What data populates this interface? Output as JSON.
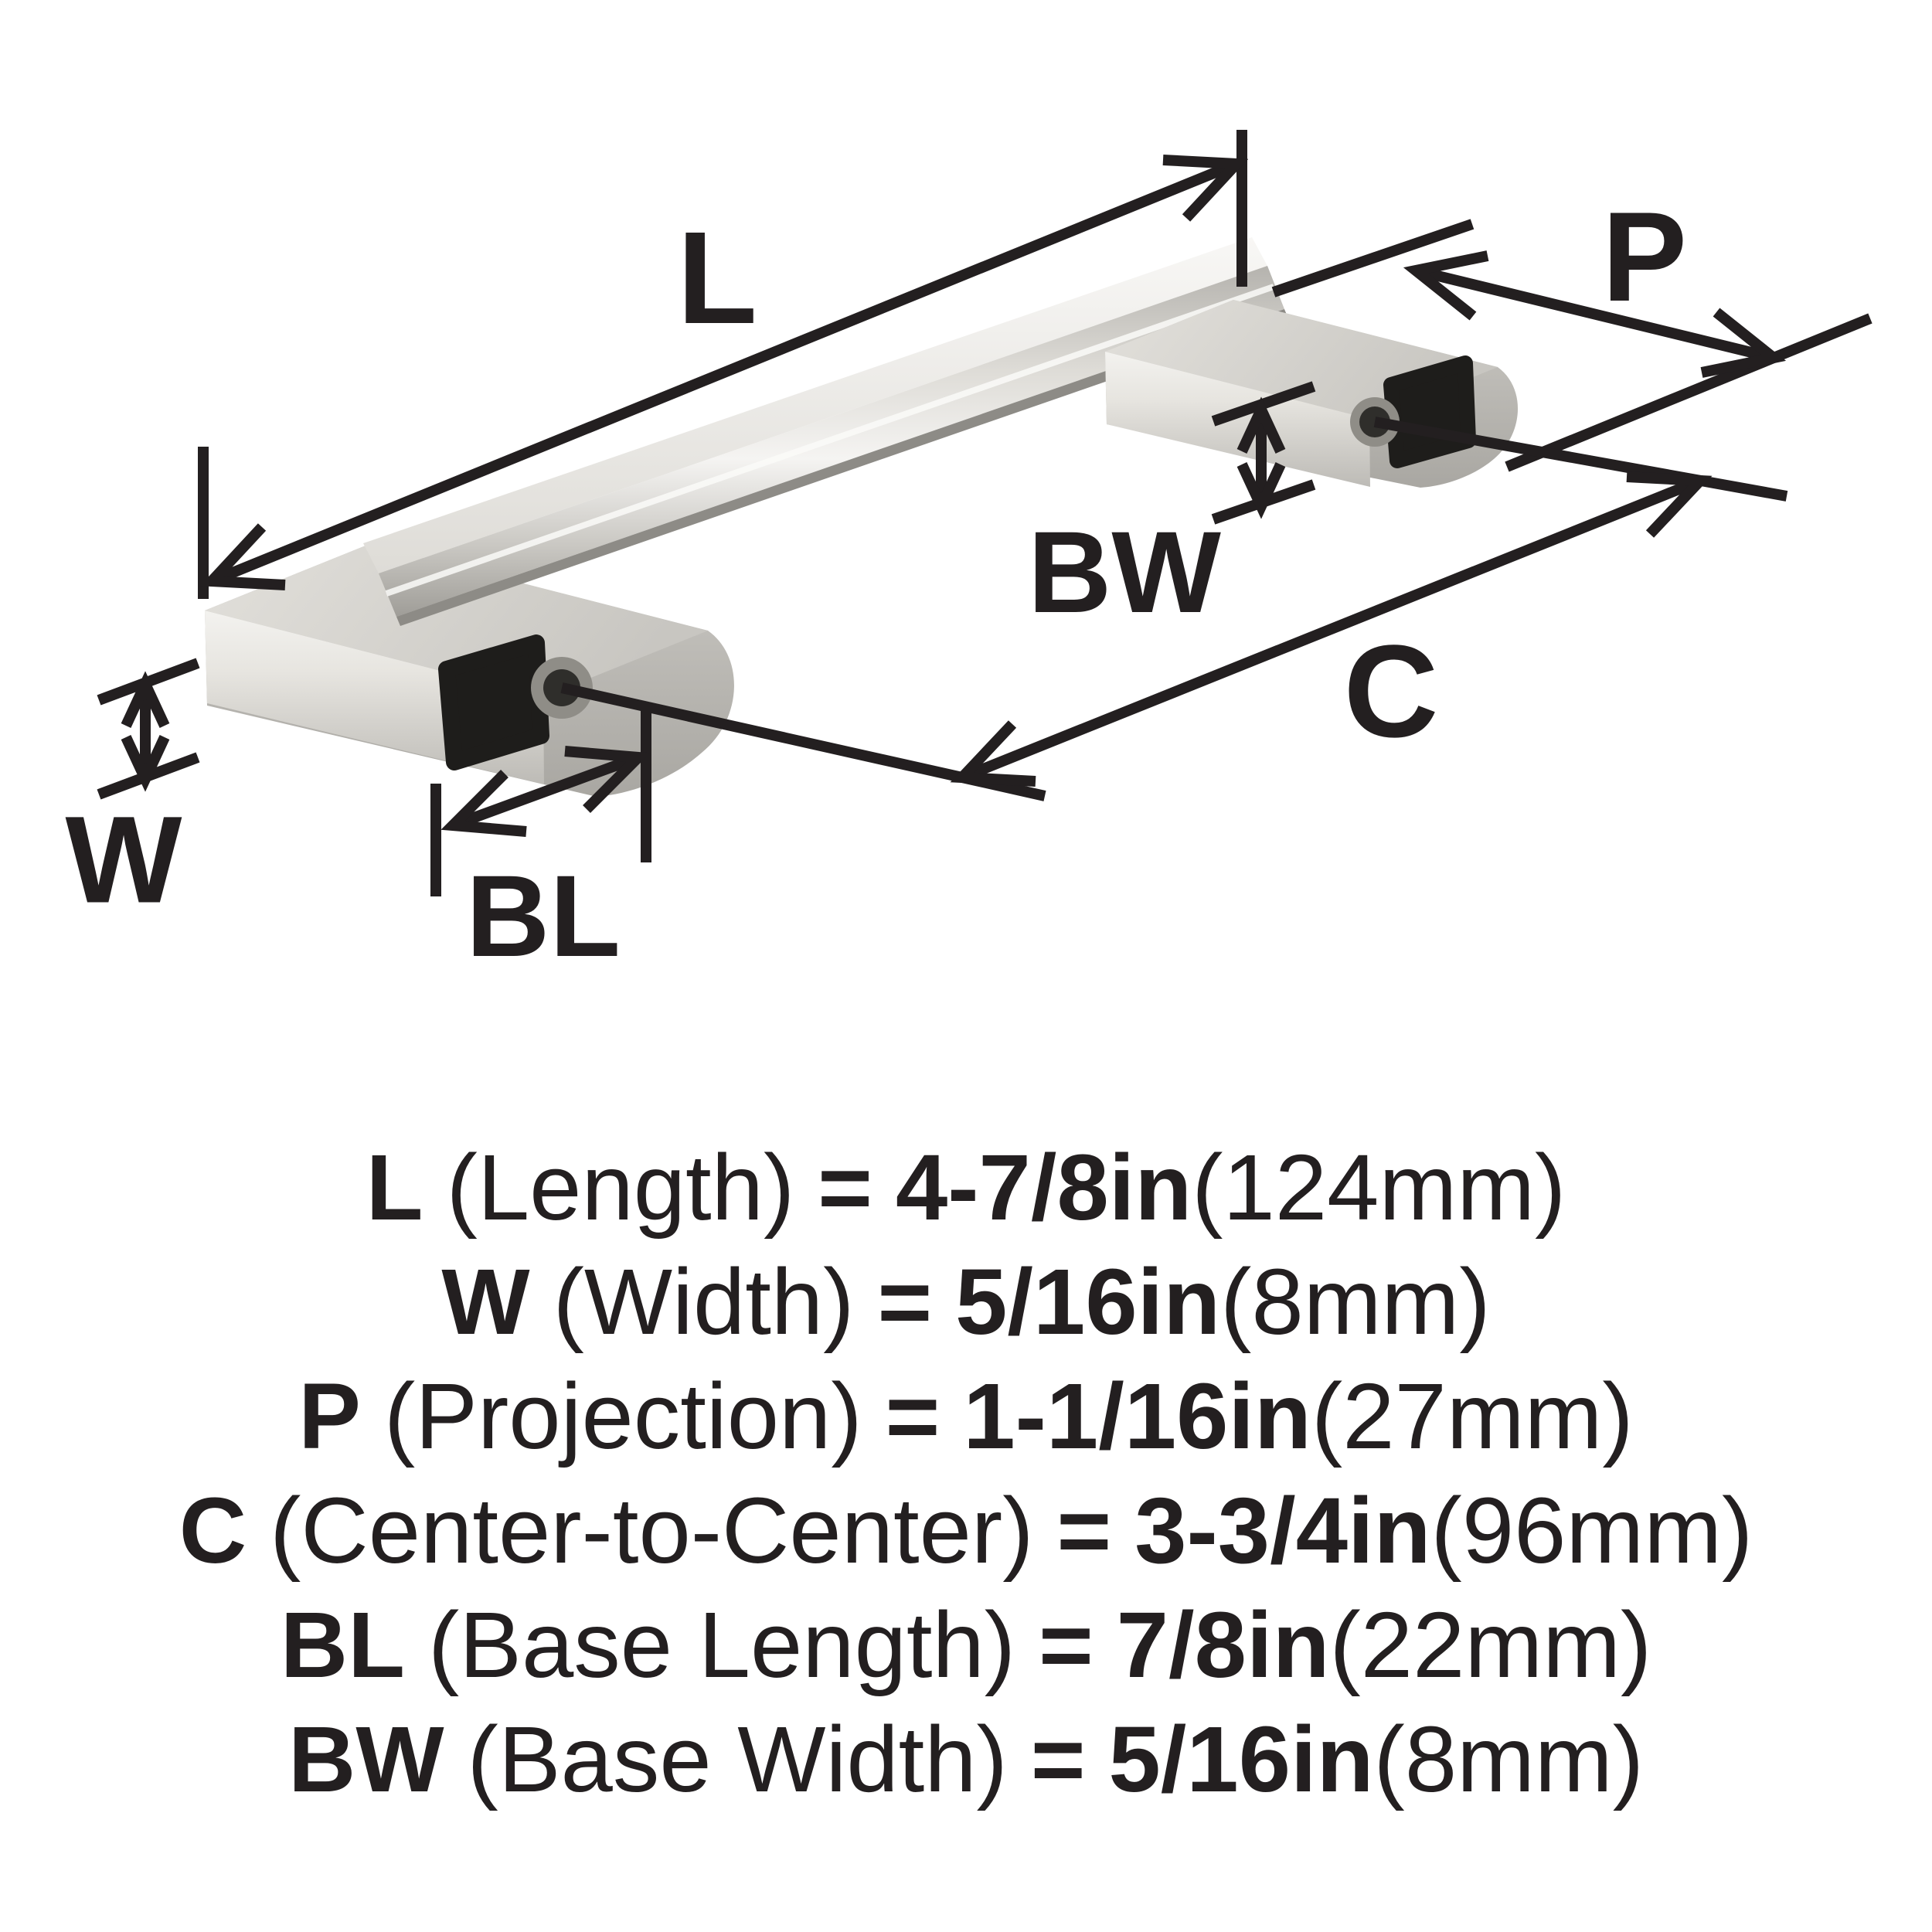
{
  "diagram": {
    "labels": {
      "length": "L",
      "projection": "P",
      "center_to_center": "C",
      "width": "W",
      "base_length": "BL",
      "base_width": "BW"
    }
  },
  "legend": {
    "rows": [
      {
        "symbol": "L",
        "name": "(Length)",
        "equals": "=",
        "value": "4-7/8in",
        "metric": "(124mm)"
      },
      {
        "symbol": "W",
        "name": "(Width)",
        "equals": "=",
        "value": "5/16in",
        "metric": "(8mm)"
      },
      {
        "symbol": "P",
        "name": "(Projection)",
        "equals": "=",
        "value": "1-1/16in",
        "metric": "(27mm)"
      },
      {
        "symbol": "C",
        "name": "(Center-to-Center)",
        "equals": "=",
        "value": "3-3/4in",
        "metric": "(96mm)"
      },
      {
        "symbol": "BL",
        "name": "(Base Length)",
        "equals": "=",
        "value": "7/8in",
        "metric": "(22mm)"
      },
      {
        "symbol": "BW",
        "name": "(Base Width)",
        "equals": "=",
        "value": "5/16in",
        "metric": "(8mm)"
      }
    ]
  },
  "colors": {
    "ink": "#231f20",
    "background": "#ffffff",
    "metal_light": "#f3f2ef",
    "metal_mid": "#c6c4bf",
    "metal_dark": "#9f9d98",
    "socket": "#1e1d1b"
  }
}
